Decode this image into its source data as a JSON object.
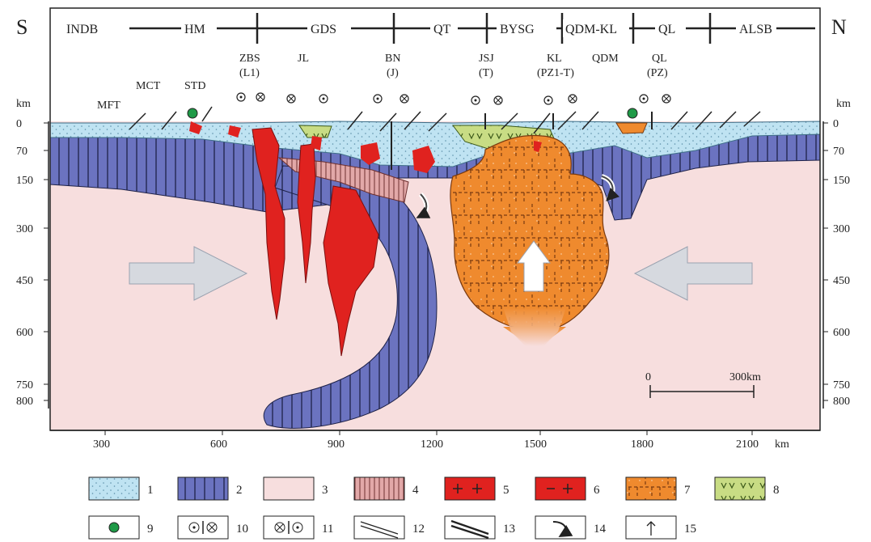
{
  "figure": {
    "direction_left": "S",
    "direction_right": "N",
    "terrane_labels": [
      "INDB",
      "HM",
      "GDS",
      "QT",
      "BYSG",
      "QDM-KL",
      "QL",
      "ALSB"
    ],
    "suture_labels": {
      "zbs": "ZBS",
      "zbs_sub": "(L1)",
      "jl": "JL",
      "bn": "BN",
      "bn_sub": "(J)",
      "jsj": "JSJ",
      "jsj_sub": "(T)",
      "kl": "KL",
      "kl_sub": "(PZ1-T)",
      "qdm": "QDM",
      "ql": "QL",
      "ql_sub": "(PZ)"
    },
    "fault_labels": {
      "mct": "MCT",
      "stt": "STD",
      "mft": "MFT"
    },
    "y_unit": "km",
    "y_ticks_left": [
      "0",
      "70",
      "150",
      "300",
      "450",
      "600",
      "750",
      "800"
    ],
    "y_ticks_right": [
      "0",
      "70",
      "150",
      "300",
      "450",
      "600",
      "750",
      "800"
    ],
    "x_ticks": [
      "300",
      "600",
      "900",
      "1200",
      "1500",
      "1800",
      "2100"
    ],
    "x_unit": "km",
    "scale_bar": {
      "start": "0",
      "end": "300km"
    }
  },
  "legend": {
    "items": [
      {
        "number": "1",
        "name": "crust-pattern",
        "color": "#bfe3f2"
      },
      {
        "number": "2",
        "name": "lithospheric-mantle-pattern",
        "color": "#6b73c0"
      },
      {
        "number": "3",
        "name": "asthenosphere-pattern",
        "color": "#f7dede"
      },
      {
        "number": "4",
        "name": "delaminated-lithosphere-pattern",
        "color": "#e2a8a8"
      },
      {
        "number": "5",
        "name": "granite-pattern",
        "color": "#e0221f"
      },
      {
        "number": "6",
        "name": "granodiorite-pattern",
        "color": "#e0221f"
      },
      {
        "number": "7",
        "name": "mantle-upwelling-pattern",
        "color": "#ef8a2e"
      },
      {
        "number": "8",
        "name": "volcanic-pattern",
        "color": "#c8dc84"
      },
      {
        "number": "9",
        "name": "ophiolite-symbol"
      },
      {
        "number": "10",
        "name": "strike-slip-symbol-a"
      },
      {
        "number": "11",
        "name": "strike-slip-symbol-b"
      },
      {
        "number": "12",
        "name": "thrust-symbol"
      },
      {
        "number": "13",
        "name": "major-thrust-symbol"
      },
      {
        "number": "14",
        "name": "flow-arrow-symbol"
      },
      {
        "number": "15",
        "name": "normal-fault-symbol"
      }
    ]
  },
  "colors": {
    "crust": "#bfe3f2",
    "mantle": "#6b73c0",
    "asthenosphere": "#f7dede",
    "magma": "#e0221f",
    "upwelling": "#ef8a2e",
    "volcanic": "#c8dc84",
    "arrow": "#d6d9df"
  }
}
